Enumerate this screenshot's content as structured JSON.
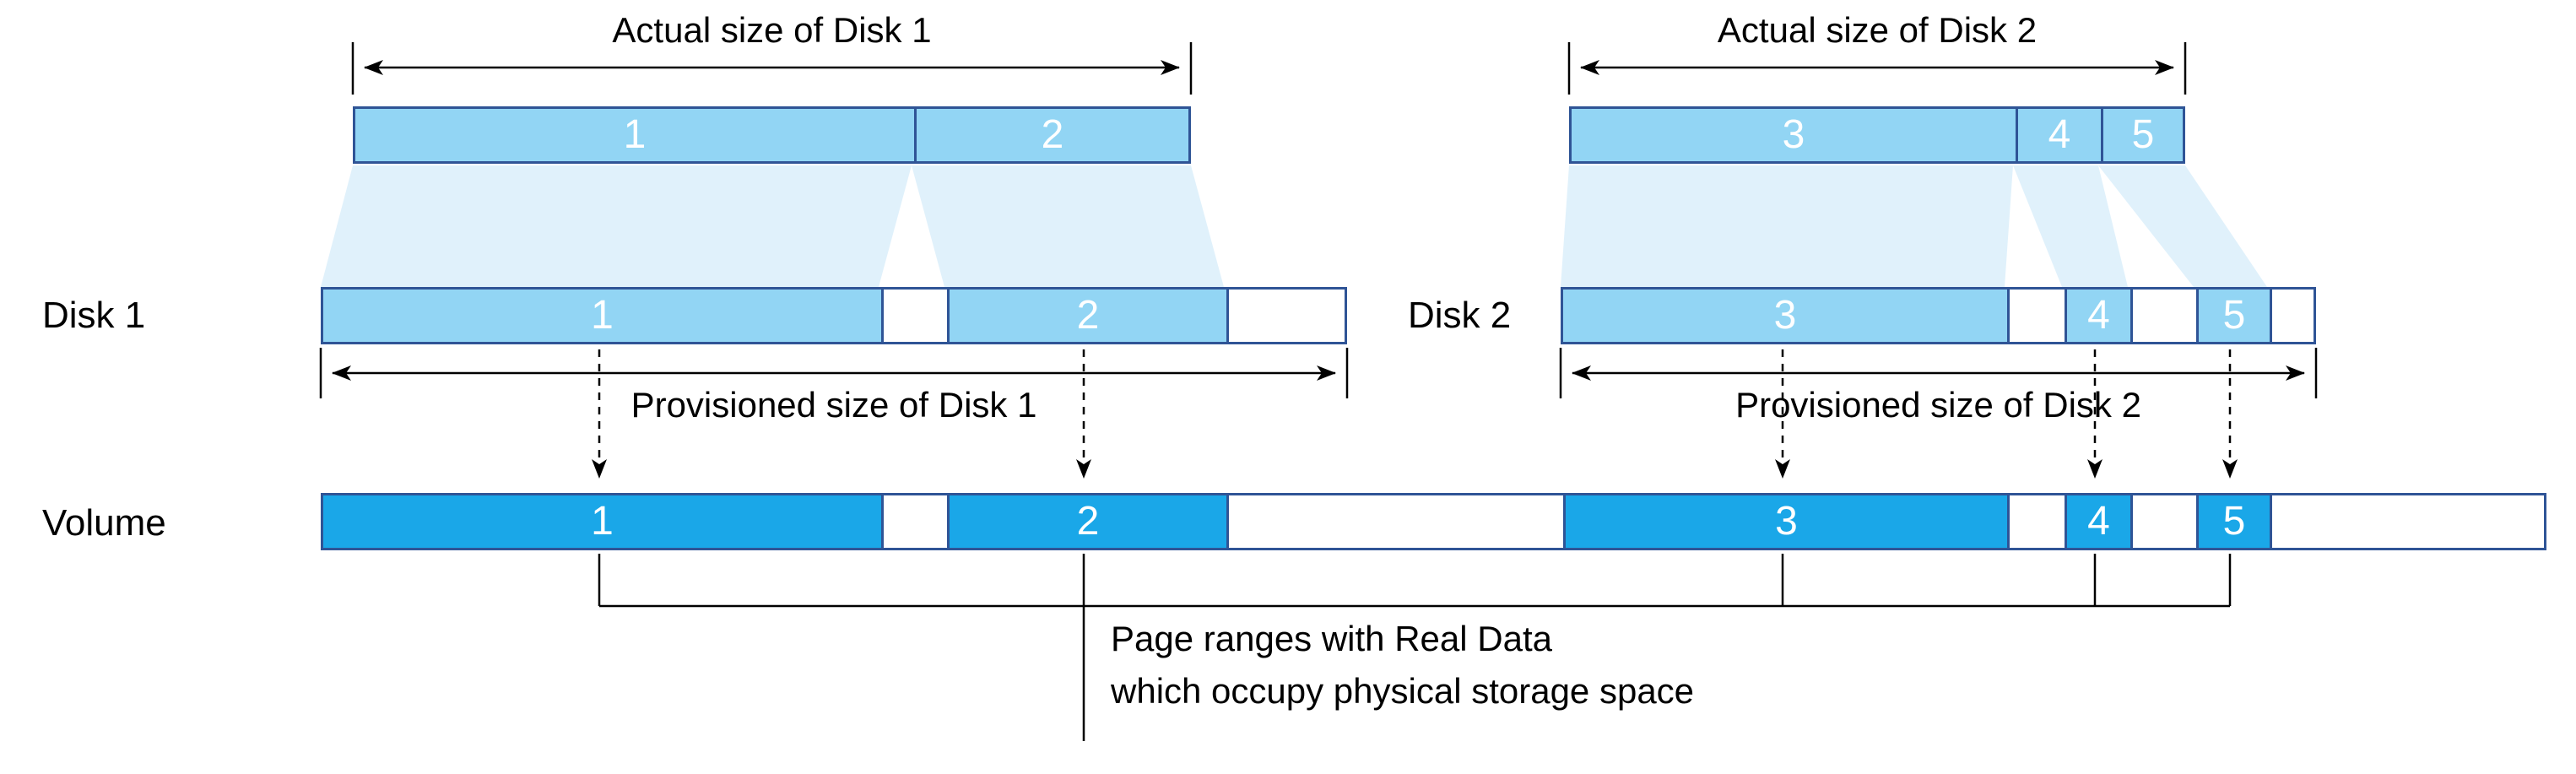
{
  "colors": {
    "segment_light": "#92D5F4",
    "segment_dark": "#1AA7E8",
    "border": "#2F5496",
    "trapezoid": "#D8EDFA",
    "line": "#000000"
  },
  "disk1": {
    "name": "Disk 1",
    "actual_title": "Actual size of Disk 1",
    "provisioned_label": "Provisioned size of Disk 1",
    "actual_segments": [
      "1",
      "2"
    ],
    "provisioned_segments": [
      "1",
      "2"
    ]
  },
  "disk2": {
    "name": "Disk 2",
    "actual_title": "Actual size of Disk 2",
    "provisioned_label": "Provisioned size of Disk 2",
    "actual_segments": [
      "3",
      "4",
      "5"
    ],
    "provisioned_segments": [
      "3",
      "4",
      "5"
    ]
  },
  "volume": {
    "name": "Volume",
    "segments": [
      "1",
      "2",
      "3",
      "4",
      "5"
    ]
  },
  "annotation": {
    "line1": "Page ranges with Real Data",
    "line2": "which occupy physical storage space"
  }
}
